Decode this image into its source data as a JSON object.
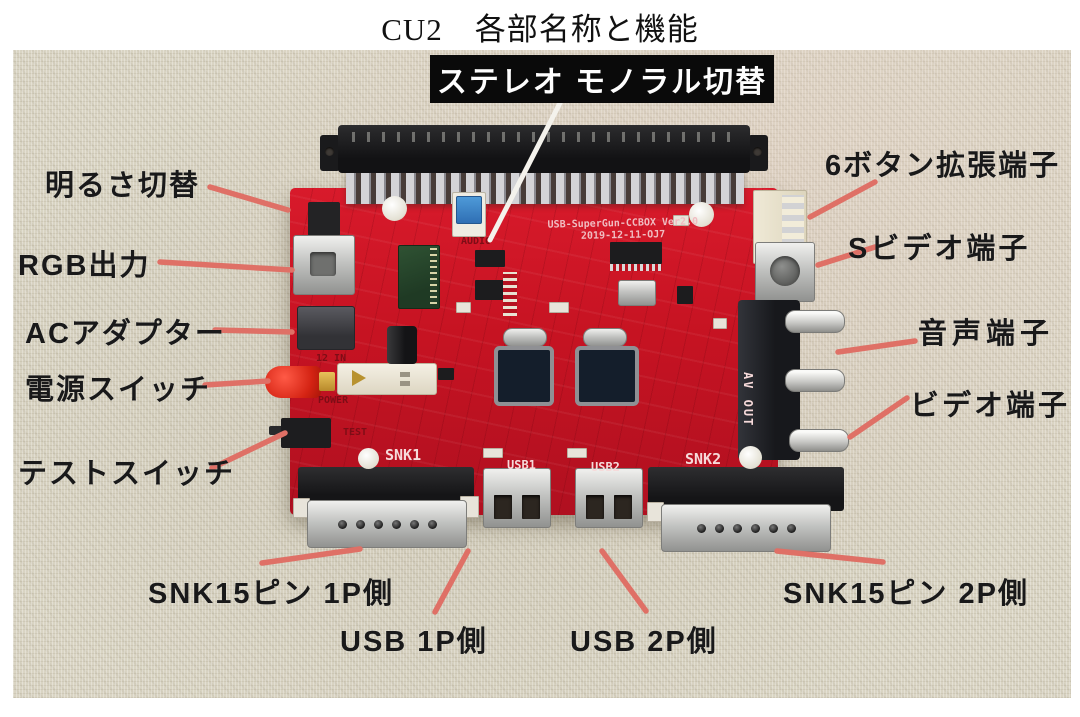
{
  "page": {
    "title": "CU2　各部名称と機能"
  },
  "callout": {
    "label": "ステレオ モノラル切替"
  },
  "labels": {
    "left": [
      {
        "id": "brightness-switch",
        "text": "明るさ切替"
      },
      {
        "id": "rgb-output",
        "text": "RGB出力"
      },
      {
        "id": "ac-adapter",
        "text": "ACアダプター"
      },
      {
        "id": "power-switch",
        "text": "電源スイッチ"
      },
      {
        "id": "test-switch",
        "text": "テストスイッチ"
      }
    ],
    "right": [
      {
        "id": "six-button-expansion",
        "text": "6ボタン拡張端子"
      },
      {
        "id": "s-video-terminal",
        "text": "Sビデオ端子"
      },
      {
        "id": "audio-terminal",
        "text": "音声端子"
      },
      {
        "id": "video-terminal",
        "text": "ビデオ端子"
      }
    ],
    "bottom": [
      {
        "id": "snk15pin-1p",
        "text": "SNK15ピン 1P側"
      },
      {
        "id": "usb-1p",
        "text": "USB 1P側"
      },
      {
        "id": "usb-2p",
        "text": "USB 2P側"
      },
      {
        "id": "snk15pin-2p",
        "text": "SNK15ピン 2P側"
      }
    ]
  },
  "board": {
    "silkscreen": {
      "version_line1": "USB-SuperGun-CCBOX Ver2.0",
      "version_line2": "2019-12-11-OJ7",
      "audio": "AUDIO",
      "dc_in": "12 IN",
      "power": "POWER",
      "test": "TEST",
      "av_out": "AV OUT",
      "snk1": "SNK1",
      "snk2": "SNK2",
      "usb1": "USB1",
      "usb2": "USB2"
    }
  },
  "colors": {
    "pcb_red": "#c61322",
    "leader_line": "#df7066",
    "callout_bg": "#0a0a0a",
    "fabric_background": "#d9d4c3",
    "label_text": "#19191a"
  }
}
